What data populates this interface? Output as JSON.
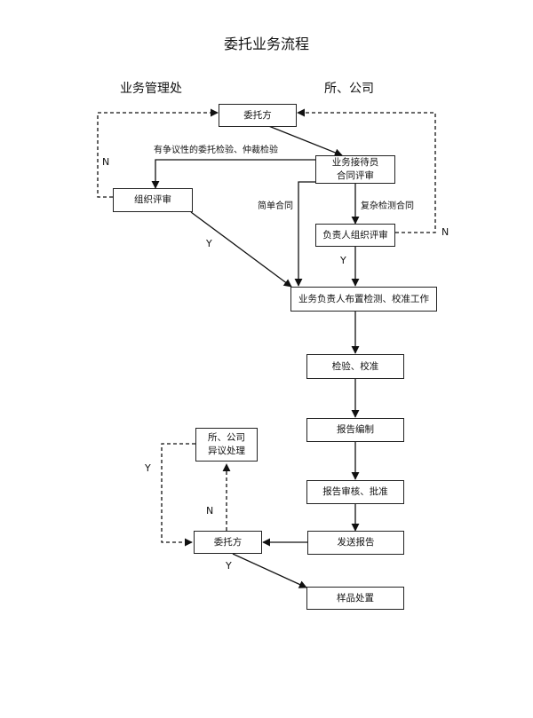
{
  "title": "委托业务流程",
  "columns": {
    "left": "业务管理处",
    "right": "所、公司"
  },
  "nodes": {
    "client_top": "委托方",
    "reception_review": [
      "业务接待员",
      "合同评审"
    ],
    "org_review": "组织评审",
    "head_org_review": "负责人组织评审",
    "arrange_work": "业务负责人布置检测、校准工作",
    "inspect": "检验、校准",
    "report_compile": "报告编制",
    "report_review": "报告审核、批准",
    "send_report": "发送报告",
    "client_bottom": "委托方",
    "objection": [
      "所、公司",
      "异议处理"
    ],
    "sample_disposal": "样品处置"
  },
  "edge_labels": {
    "disputed": "有争议性的委托检验、仲裁检验",
    "simple": "简单合同",
    "complex": "复杂检测合同",
    "n_left": "N",
    "y_left": "Y",
    "n_right": "N",
    "y_right": "Y",
    "n_bottom": "N",
    "y_objection": "Y",
    "y_sample": "Y"
  }
}
